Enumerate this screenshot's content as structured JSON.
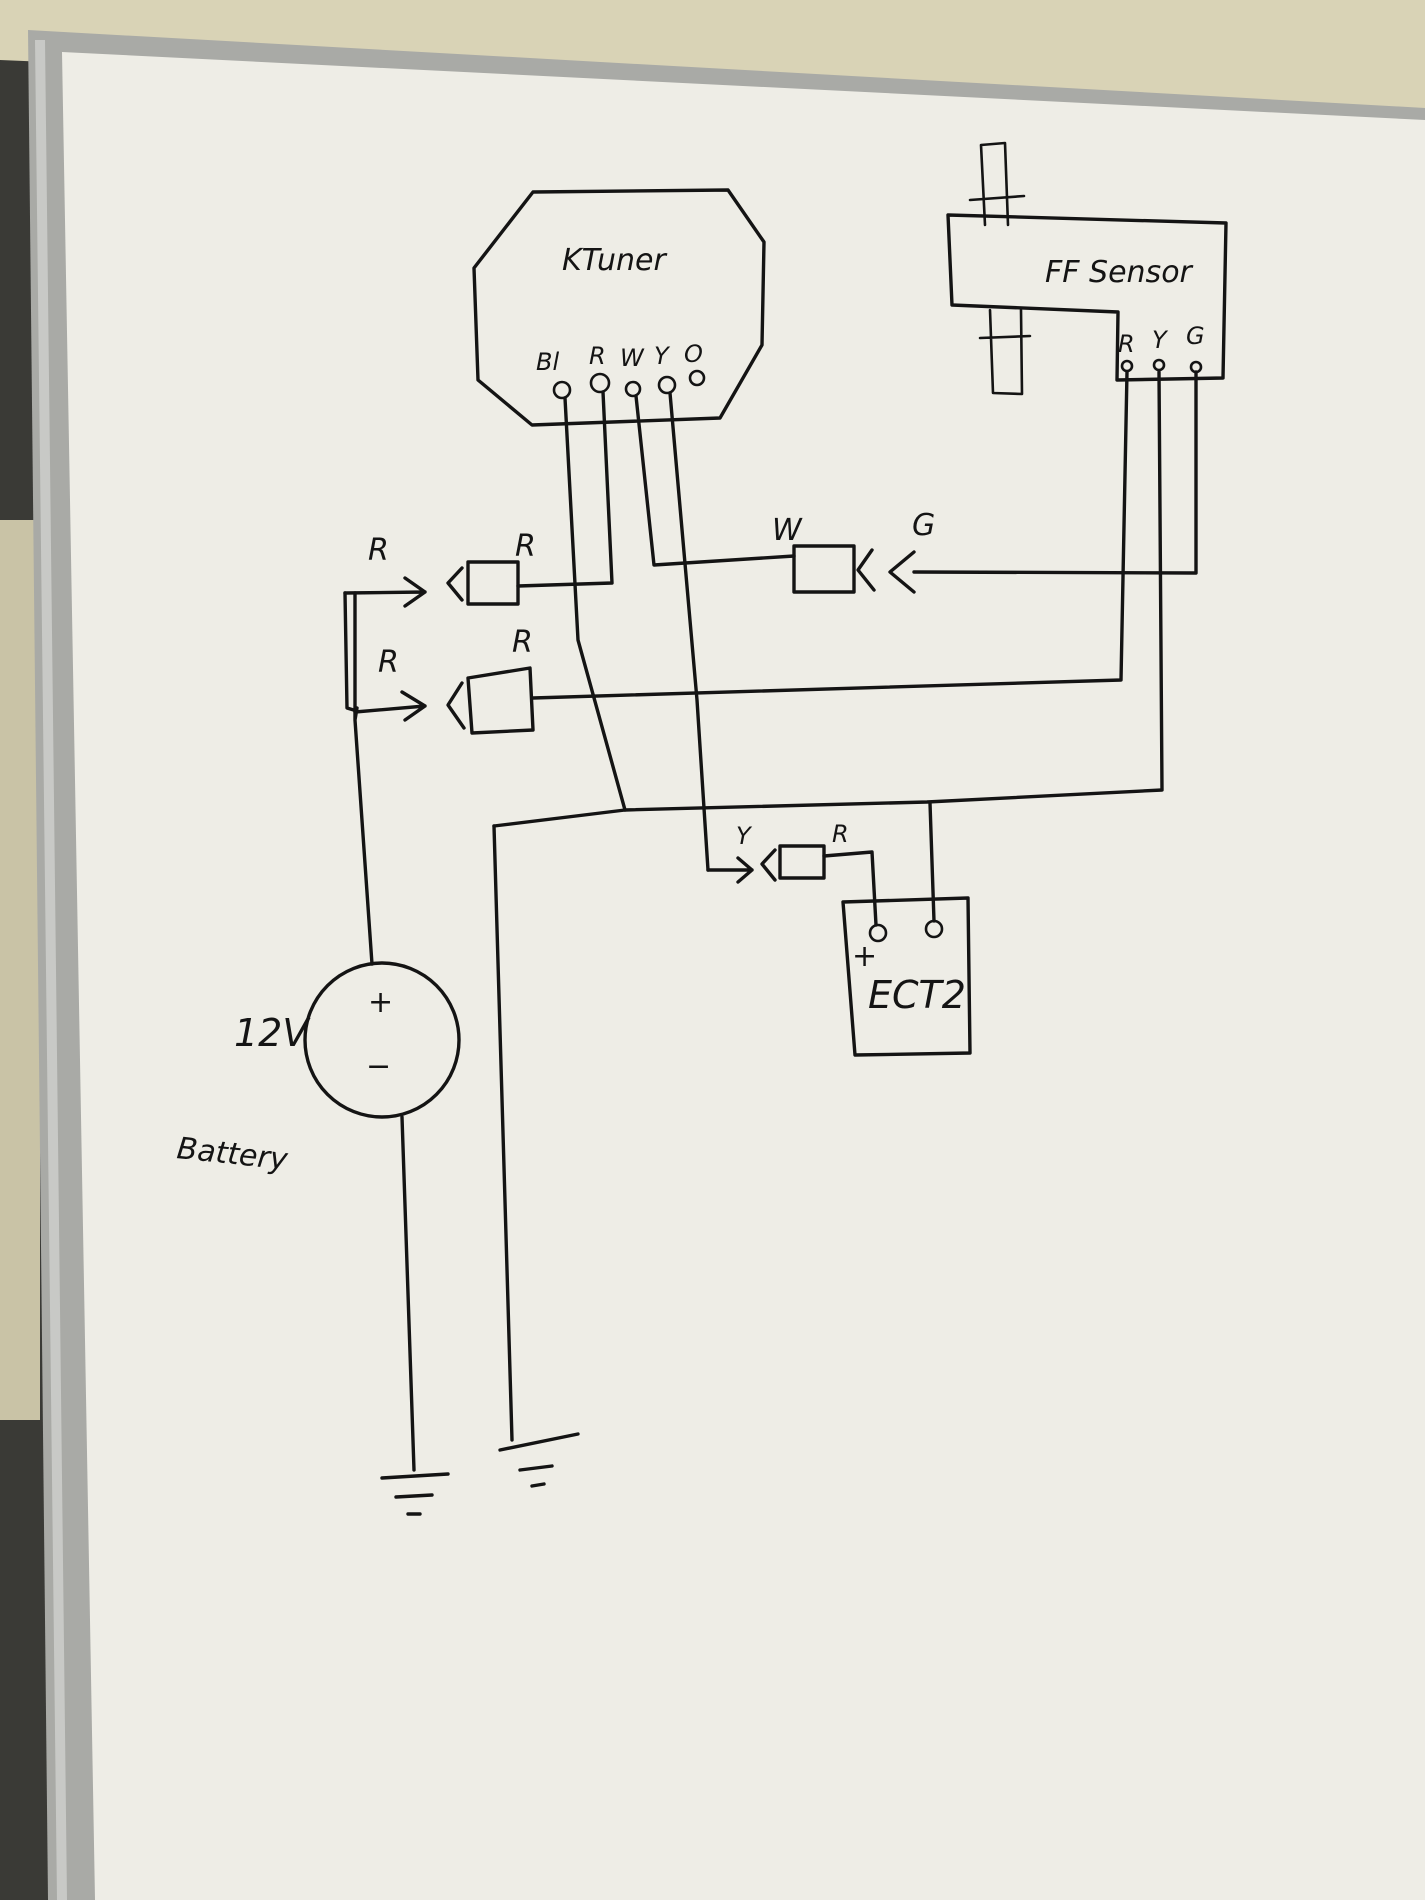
{
  "diagram": {
    "ktuner": {
      "title": "KTuner",
      "pins": [
        "Bl",
        "R",
        "W",
        "Y",
        "O"
      ]
    },
    "ff_sensor": {
      "title": "FF Sensor",
      "pins": [
        "R",
        "Y",
        "G"
      ]
    },
    "connectors": {
      "top_left_in": "R",
      "top_left_out": "R",
      "mid_left_in": "R",
      "mid_left_out": "R",
      "white_green_in": "W",
      "white_green_out": "G",
      "ect2_in": "Y",
      "ect2_out": "R"
    },
    "ect2": {
      "title": "ECT2",
      "plus_mark": "+"
    },
    "battery": {
      "voltage": "12V",
      "label": "Battery",
      "plus": "+",
      "minus": "−"
    }
  }
}
